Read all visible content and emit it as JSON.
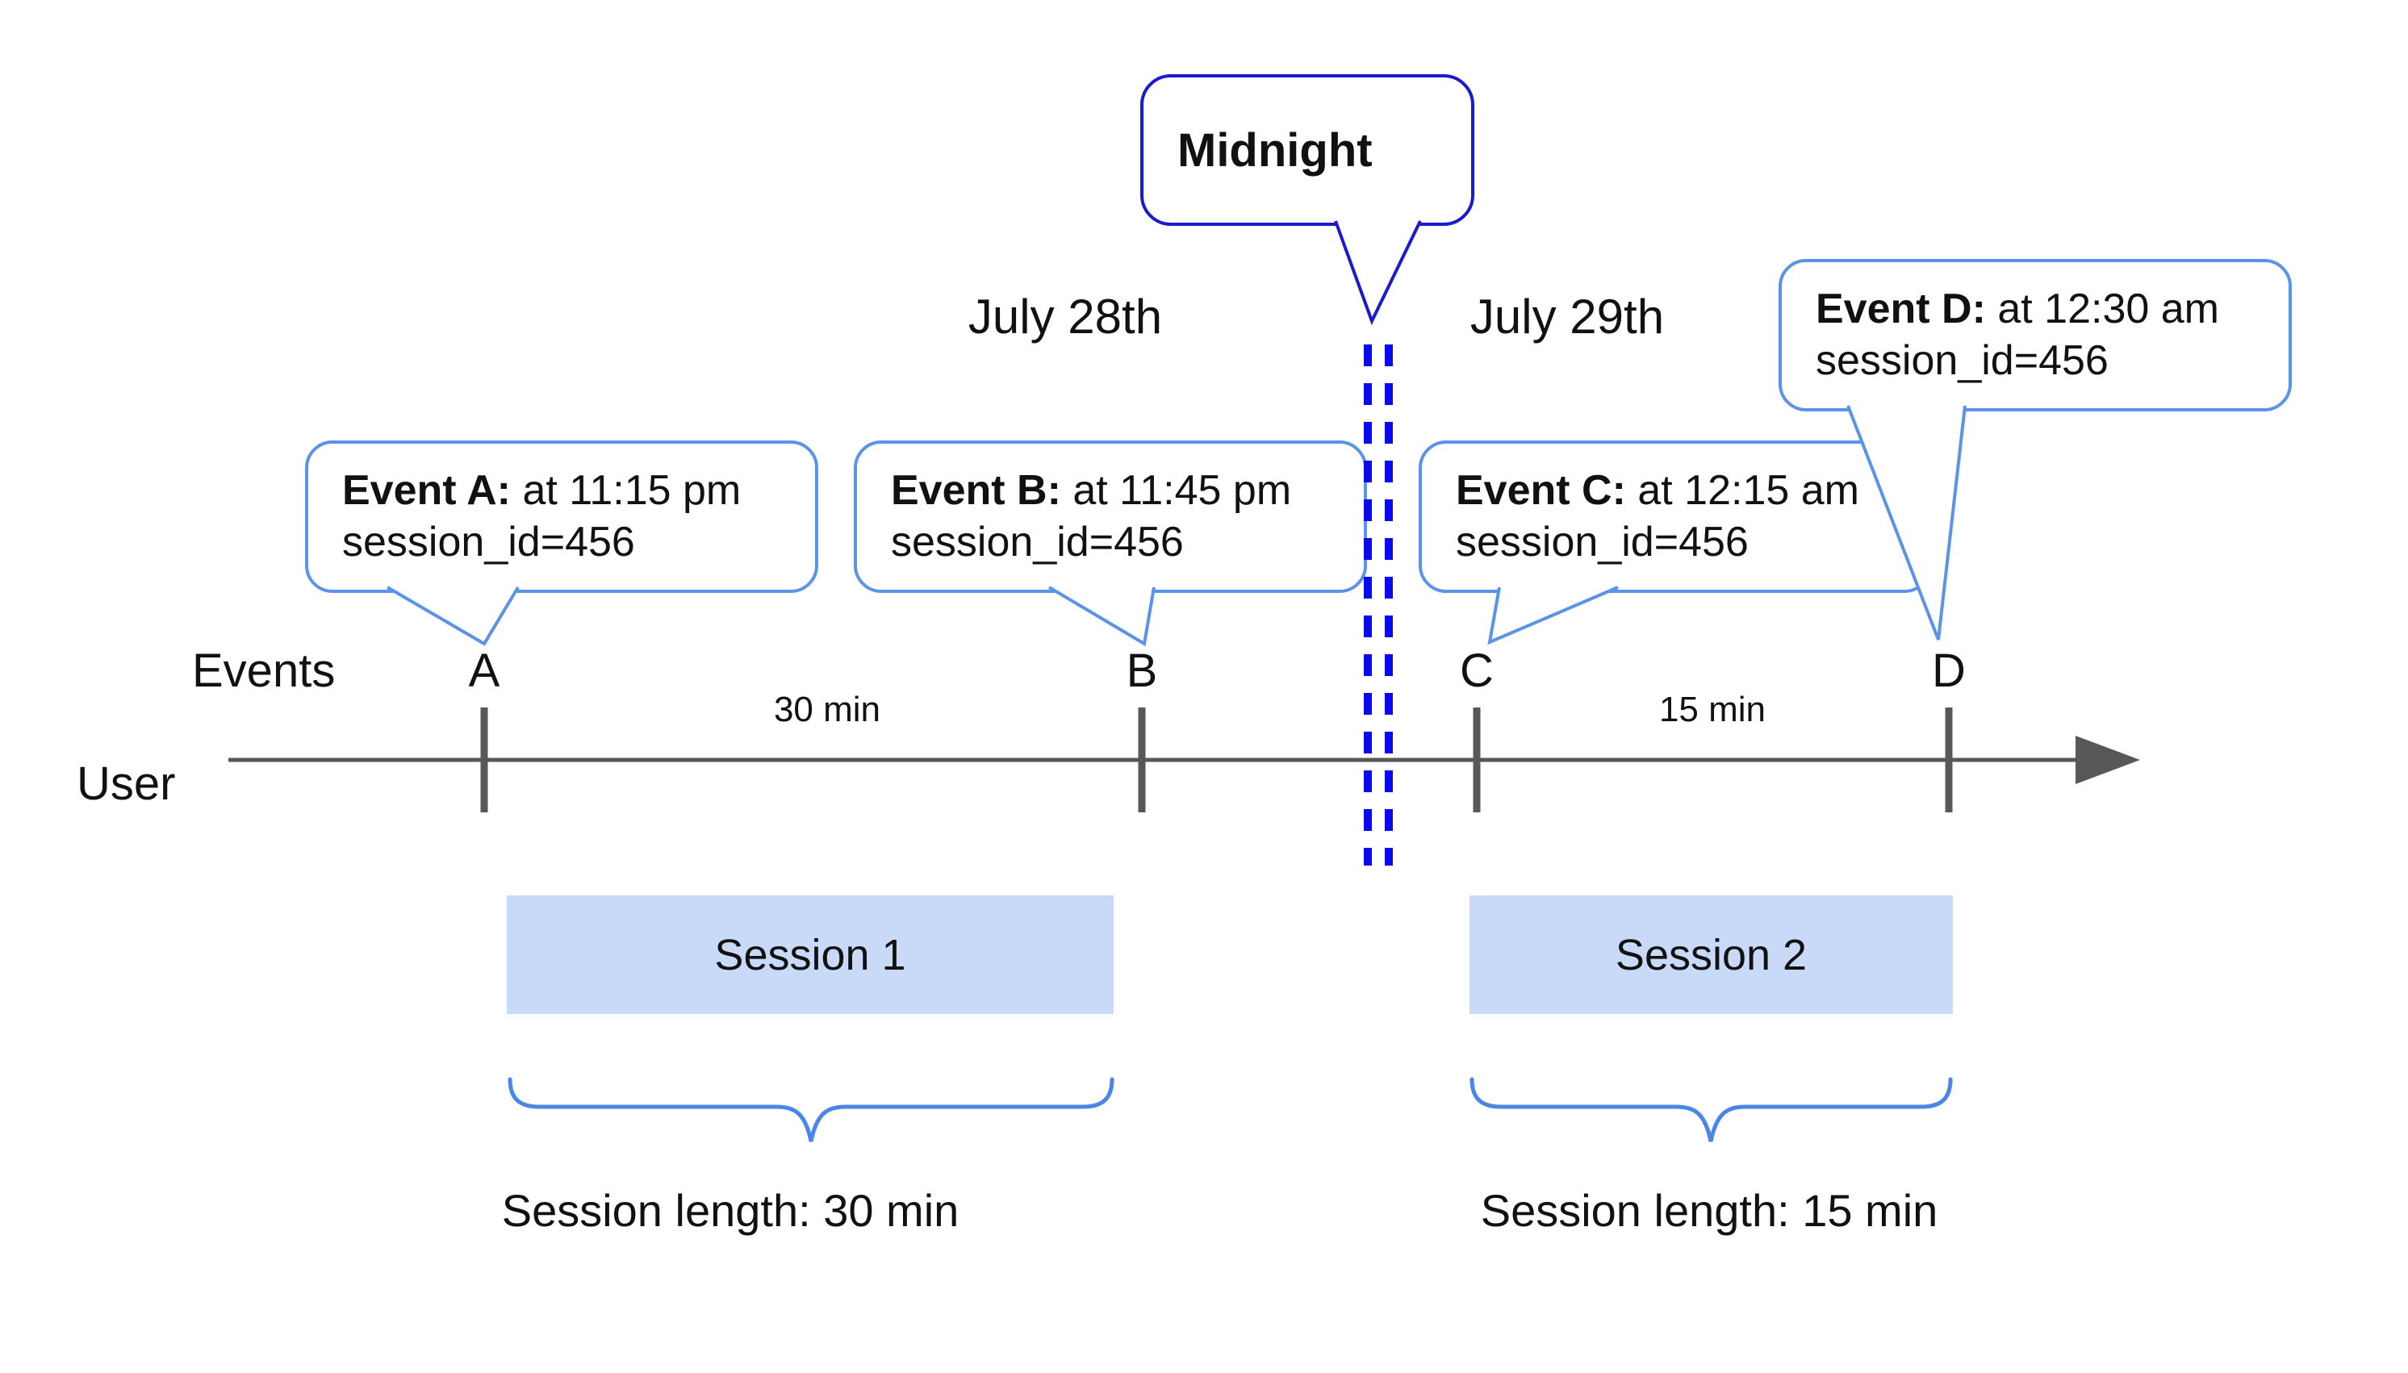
{
  "dates": {
    "left": "July 28th",
    "right": "July 29th"
  },
  "midnight": {
    "label": "Midnight"
  },
  "axis": {
    "events_label": "Events",
    "user_label": "User"
  },
  "markers": [
    {
      "letter": "A"
    },
    {
      "letter": "B"
    },
    {
      "letter": "C"
    },
    {
      "letter": "D"
    }
  ],
  "gaps": [
    {
      "label": "30 min"
    },
    {
      "label": "15 min"
    }
  ],
  "callouts": [
    {
      "title": "Event A:",
      "time": " at 11:15 pm",
      "session": "session_id=456"
    },
    {
      "title": "Event B:",
      "time": " at 11:45 pm",
      "session": "session_id=456"
    },
    {
      "title": "Event C:",
      "time": " at 12:15 am",
      "session": "session_id=456"
    },
    {
      "title": "Event D:",
      "time": " at 12:30 am",
      "session": "session_id=456"
    }
  ],
  "sessions": [
    {
      "name": "Session 1",
      "length": "Session length: 30 min"
    },
    {
      "name": "Session 2",
      "length": "Session length: 15 min"
    }
  ],
  "colors": {
    "dark_blue": "#1a1ad0",
    "dash_blue": "#0a0aee",
    "light_blue": "#5b93e8",
    "brace_blue": "#4a86e8",
    "session_fill": "#c9daf8",
    "line_gray": "#58585a"
  }
}
